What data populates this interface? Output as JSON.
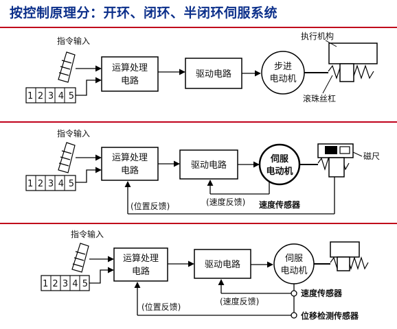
{
  "title": "按控制原理分：开环、闭环、半闭环伺服系统",
  "colors": {
    "title": "#0b2f8a",
    "divider": "#c0001a",
    "line": "#000000"
  },
  "common": {
    "input": "指令输入",
    "tape_digits": "12345",
    "calc": [
      "运算处理",
      "电路"
    ],
    "drive": "驱动电路",
    "position_feedback": "(位置反馈)",
    "speed_feedback": "(速度反馈)",
    "speed_sensor": "速度传感器"
  },
  "open_loop": {
    "motor": [
      "步进",
      "电动机"
    ],
    "actuator": "执行机构",
    "screw": "滚珠丝杠"
  },
  "closed_loop": {
    "motor": [
      "伺服",
      "电动机"
    ],
    "scale": "磁尺"
  },
  "semi_closed_loop": {
    "motor": [
      "伺服",
      "电动机"
    ],
    "displacement_sensor": "位移检测传感器"
  }
}
